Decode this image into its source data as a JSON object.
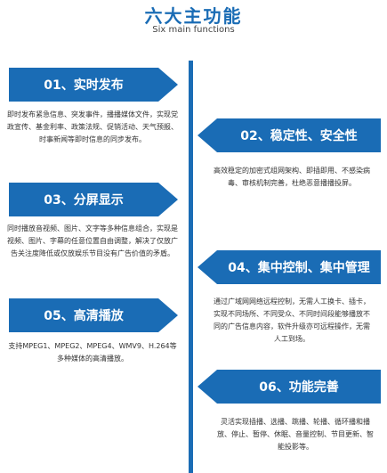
{
  "header": {
    "title": "六大主功能",
    "subtitle": "Six main functions"
  },
  "accent_color": "#1a6cb5",
  "features": [
    {
      "label": "01、实时发布",
      "desc": "即时发布紧急信息、突发事件，播播媒体文件，实现党政宣传、基金利率、政策法规、促销活动、天气预报、时事新闻等即时信息的同步发布。"
    },
    {
      "label": "02、稳定性、安全性",
      "desc": "高效稳定的加密式组网架构、即插即用、不感染病毒、审核机制完善，杜绝恶意播播投屏。"
    },
    {
      "label": "03、分屏显示",
      "desc": "同时播放音视频、图片、文字等多种信息组合，实现是视频、图片、字幕的任意位置自由调整，解决了仅放广告关注度降低或仅放娱乐节目没有广告价值的矛盾。"
    },
    {
      "label": "04、集中控制、集中管理",
      "desc": "通过广域网网络远程控制，无需人工换卡、插卡，实现不同场所、不同受众、不同时间段能够播放不同的广告信息内容，软件升级亦可远程操作，无需人工到场。"
    },
    {
      "label": "05、高清播放",
      "desc": "支持MPEG1、MPEG2、MPEG4、WMV9、H.264等多种媒体的高清播放。"
    },
    {
      "label": "06、功能完善",
      "desc": "灵活实现插播、选播、跳播、轮播、循环播和播放、停止、暂停、休眠、音量控制、节目更新、智能投影等。"
    }
  ]
}
